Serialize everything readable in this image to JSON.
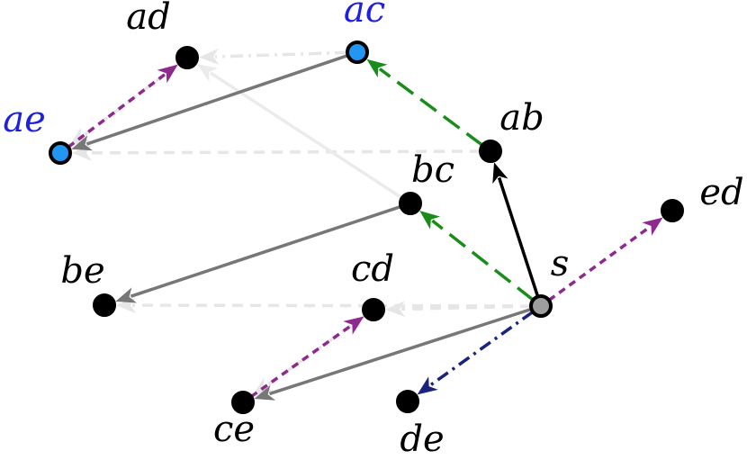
{
  "diagram": {
    "nodes": [
      {
        "id": "ad",
        "label": "ad",
        "fill": "#000000",
        "label_color": "#000000"
      },
      {
        "id": "ac",
        "label": "ac",
        "fill": "#2196f3",
        "label_color": "#1f1fe0"
      },
      {
        "id": "ae",
        "label": "ae",
        "fill": "#2196f3",
        "label_color": "#1f1fe0"
      },
      {
        "id": "ab",
        "label": "ab",
        "fill": "#000000",
        "label_color": "#000000"
      },
      {
        "id": "bc",
        "label": "bc",
        "fill": "#000000",
        "label_color": "#000000"
      },
      {
        "id": "ed",
        "label": "ed",
        "fill": "#000000",
        "label_color": "#000000"
      },
      {
        "id": "be",
        "label": "be",
        "fill": "#000000",
        "label_color": "#000000"
      },
      {
        "id": "cd",
        "label": "cd",
        "fill": "#000000",
        "label_color": "#000000"
      },
      {
        "id": "s",
        "label": "s",
        "fill": "#9e9e9e",
        "label_color": "#000000"
      },
      {
        "id": "ce",
        "label": "ce",
        "fill": "#000000",
        "label_color": "#000000"
      },
      {
        "id": "de",
        "label": "de",
        "fill": "#000000",
        "label_color": "#000000"
      }
    ],
    "edges": [
      {
        "from": "ac",
        "to": "ad",
        "color": "#e6e6e6",
        "style": "dashdot"
      },
      {
        "from": "ab",
        "to": "ae",
        "color": "#e6e6e6",
        "style": "dashed"
      },
      {
        "from": "bc",
        "to": "ad",
        "color": "#ebebeb",
        "style": "solid"
      },
      {
        "from": "s",
        "to": "be",
        "color": "#e6e6e6",
        "style": "dashed"
      },
      {
        "from": "s",
        "to": "cd",
        "color": "#e6e6e6",
        "style": "dashed"
      },
      {
        "from": "cd",
        "to": "ce",
        "color": "#e6e6e6",
        "style": "dashed"
      },
      {
        "from": "ad",
        "to": "ae",
        "color": "#e6e6e6",
        "style": "dashed"
      },
      {
        "from": "ac",
        "to": "ae",
        "color": "#777777",
        "style": "solid"
      },
      {
        "from": "bc",
        "to": "be",
        "color": "#777777",
        "style": "solid"
      },
      {
        "from": "s",
        "to": "ce",
        "color": "#777777",
        "style": "solid"
      },
      {
        "from": "ab",
        "to": "ac",
        "color": "#1a8c1a",
        "style": "longdash"
      },
      {
        "from": "s",
        "to": "bc",
        "color": "#1a8c1a",
        "style": "longdash"
      },
      {
        "from": "s",
        "to": "ab",
        "color": "#000000",
        "style": "solid"
      },
      {
        "from": "s",
        "to": "ed",
        "color": "#8e2a8e",
        "style": "shortdash"
      },
      {
        "from": "ae",
        "to": "ad",
        "color": "#8e2a8e",
        "style": "shortdash"
      },
      {
        "from": "ce",
        "to": "cd",
        "color": "#8e2a8e",
        "style": "shortdash"
      },
      {
        "from": "s",
        "to": "de",
        "color": "#1a237e",
        "style": "dashdot"
      }
    ]
  }
}
